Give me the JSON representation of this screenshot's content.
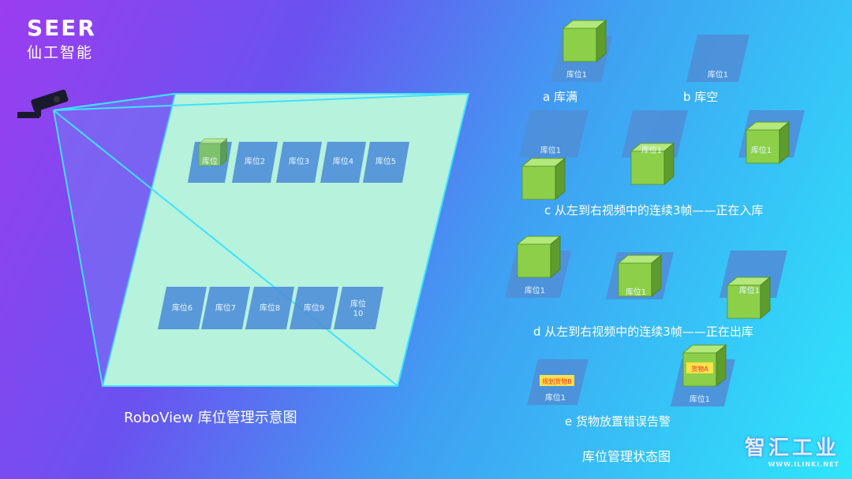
{
  "logo": {
    "brand": "SEER",
    "cn": "仙工智能"
  },
  "diagram_main": {
    "caption": "RoboView 库位管理示意图",
    "top_row": [
      "库位",
      "库位2",
      "库位3",
      "库位4",
      "库位5"
    ],
    "bottom_row": [
      "库位6",
      "库位7",
      "库位8",
      "库位9",
      "库位\n10"
    ]
  },
  "states": {
    "slot_label": "库位1",
    "a": "a 库满",
    "b": "b 库空",
    "c": "c 从左到右视频中的连续3帧——正在入库",
    "d": "d 从左到右视频中的连续3帧——正在出库",
    "e": "e 货物放置错误告警",
    "e_tag_planned": "规划货物B",
    "e_tag_actual": "货物A",
    "title": "库位管理状态图"
  },
  "watermark": {
    "main": "智汇工业",
    "sub": "WWW.ILINKI.NET"
  },
  "colors": {
    "cube_front": "#8cd04a",
    "cube_top": "#b4e87a",
    "cube_side": "#5e9c2e",
    "slot_fill": "#4f8fd8",
    "fov": "#b6f2dc",
    "error_tag": "#ffe14a"
  }
}
